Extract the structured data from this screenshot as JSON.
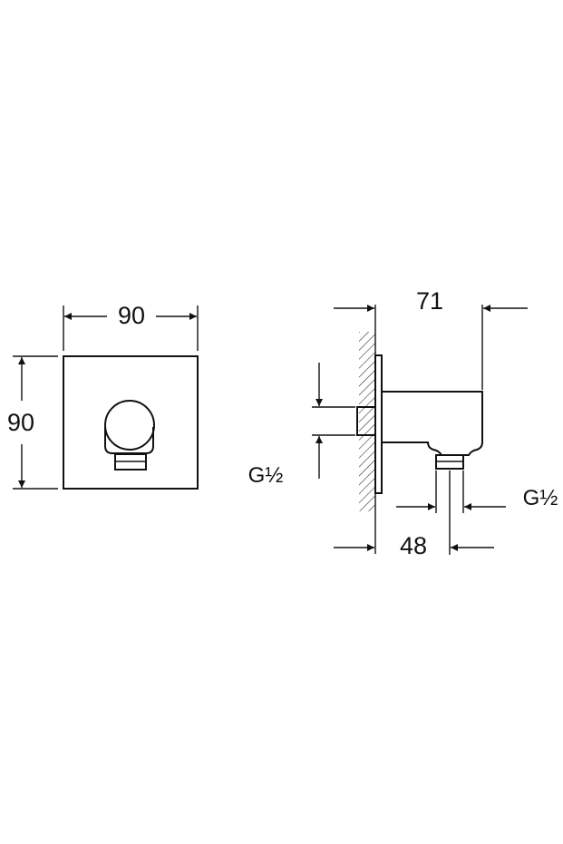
{
  "front_view": {
    "width_label": "90",
    "height_label": "90"
  },
  "side_view": {
    "projection_label": "71",
    "outlet_offset_label": "48",
    "inlet_thread_label": "G½",
    "outlet_thread_label": "G½"
  }
}
